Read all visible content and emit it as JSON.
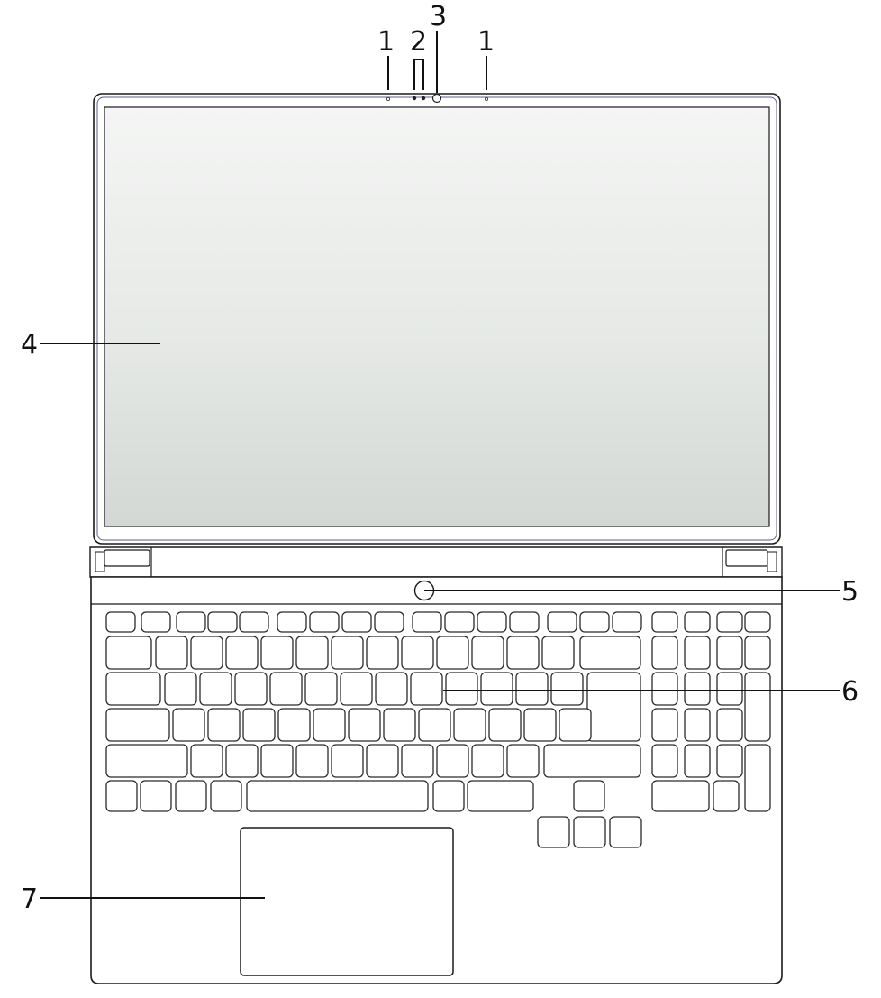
{
  "callouts": [
    {
      "id": "microphone-left",
      "label": "1"
    },
    {
      "id": "indicator-pair",
      "label": "2"
    },
    {
      "id": "webcam",
      "label": "3"
    },
    {
      "id": "microphone-right",
      "label": "1"
    },
    {
      "id": "display",
      "label": "4"
    },
    {
      "id": "power-button",
      "label": "5"
    },
    {
      "id": "keyboard",
      "label": "6"
    },
    {
      "id": "touchpad",
      "label": "7"
    }
  ],
  "colors": {
    "line": "#1a1a1a",
    "screen_top": "#f4f5f4",
    "screen_bottom": "#d3d8d4",
    "bezel_inner": "#5a5f8a"
  },
  "icons": [
    "power-icon",
    "webcam-icon",
    "microphone-icon"
  ]
}
